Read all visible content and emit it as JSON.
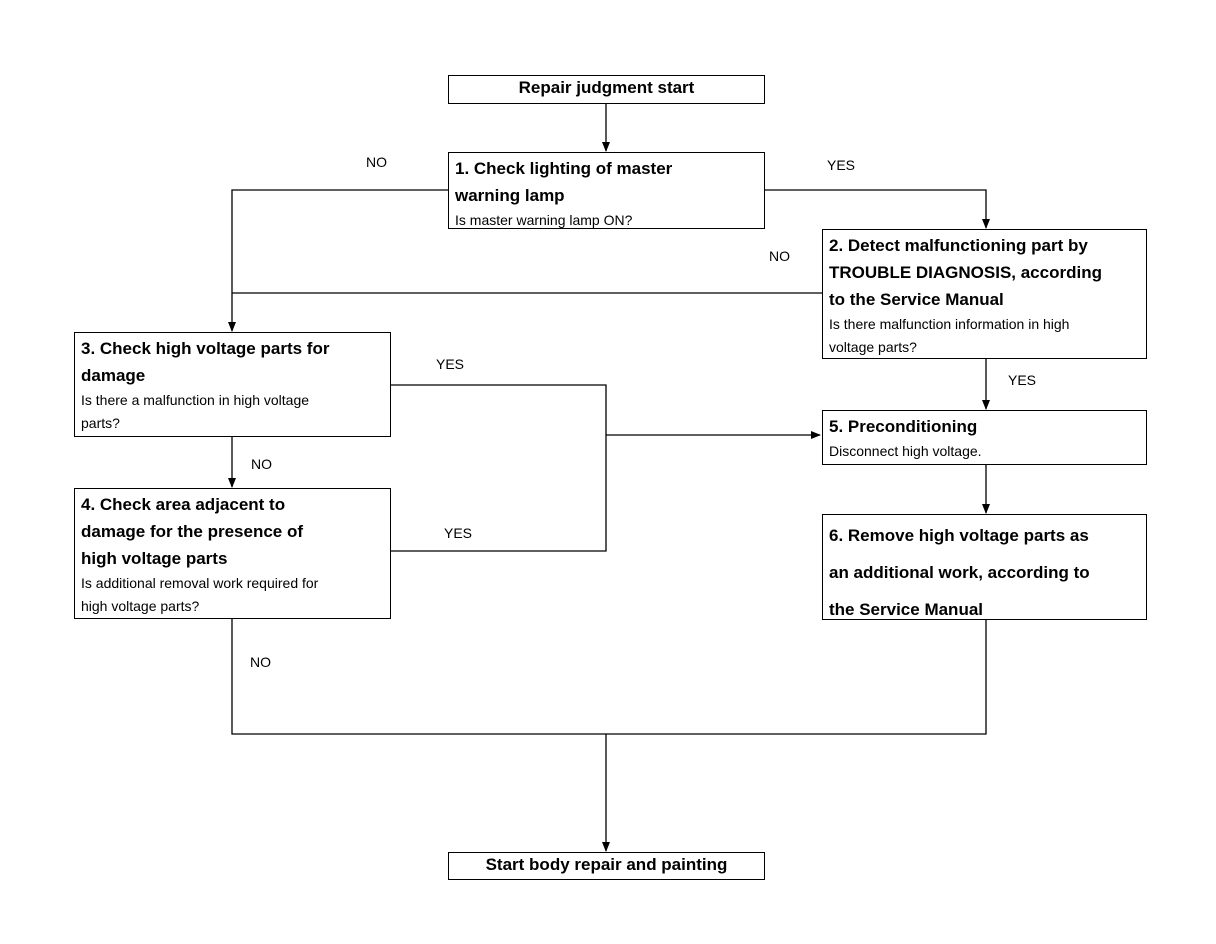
{
  "start": "Repair judgment start",
  "end": "Start body repair and painting",
  "steps": [
    {
      "title": "1. Check lighting of master\nwarning lamp",
      "question": "Is master warning lamp ON?"
    },
    {
      "title": "2. Detect malfunctioning part by\nTROUBLE DIAGNOSIS, according\nto the Service Manual",
      "question": "Is there malfunction information in high\nvoltage parts?"
    },
    {
      "title": "3. Check high voltage parts for\ndamage",
      "question": "Is there a malfunction in high voltage\nparts?"
    },
    {
      "title": "4. Check area adjacent to\ndamage for the presence of\nhigh voltage parts",
      "question": "Is additional removal work required for\nhigh voltage parts?"
    },
    {
      "title": "5. Preconditioning",
      "question": "Disconnect high voltage."
    },
    {
      "title": "6. Remove high voltage parts as\nan additional work, according to\nthe Service Manual",
      "question": ""
    }
  ],
  "labels": {
    "s1_no": "NO",
    "s1_yes": "YES",
    "s2_no": "NO",
    "s2_yes": "YES",
    "s3_yes": "YES",
    "s3_no": "NO",
    "s4_yes": "YES",
    "s4_no": "NO"
  }
}
